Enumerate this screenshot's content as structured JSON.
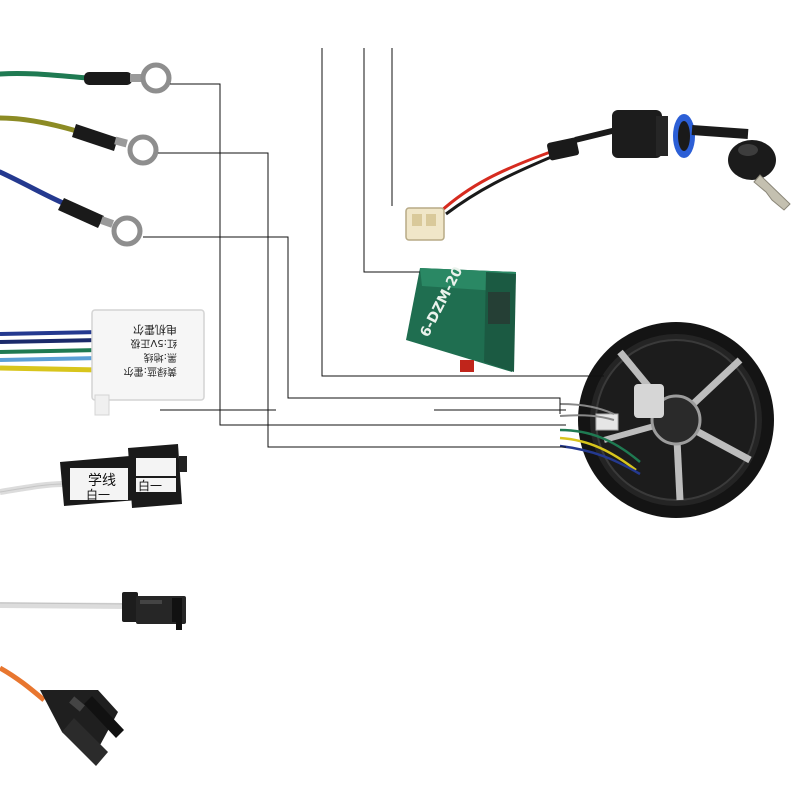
{
  "colors": {
    "background": "#ffffff",
    "leader_line": "#111111",
    "wire_green": "#1f7a52",
    "wire_yellow_green": "#8c8b24",
    "wire_blue": "#24398f",
    "wire_yellow": "#d8c51c",
    "wire_white": "#dcdcdc",
    "wire_orange": "#e8762f",
    "battery_green": "#1f6e50",
    "motor_black": "#1a1a1a",
    "connector_black": "#222222",
    "key_red": "#d62b1f",
    "key_blue": "#2c5fd6"
  },
  "components": {
    "ring_terminal_1": {
      "icon": "ring-terminal"
    },
    "ring_terminal_2": {
      "icon": "ring-terminal"
    },
    "ring_terminal_3": {
      "icon": "ring-terminal"
    },
    "hall_connector": {
      "icon": "hall-sensor-connector",
      "label_lines": [
        "电机霍尔",
        "红:5V正极",
        "黑:地线",
        "黄绿蓝:霍尔"
      ]
    },
    "learn_wire": {
      "icon": "learn-wire-connector",
      "label_top": "学线",
      "label_bottom_left": "白一",
      "label_bottom_right": "白一"
    },
    "white_connector": {
      "icon": "single-pin-connector"
    },
    "orange_connector": {
      "icon": "two-pin-connector"
    },
    "ignition_switch": {
      "icon": "key-switch"
    },
    "battery": {
      "icon": "battery",
      "label": "6-DZM-20"
    },
    "hub_motor": {
      "icon": "hub-motor"
    }
  }
}
